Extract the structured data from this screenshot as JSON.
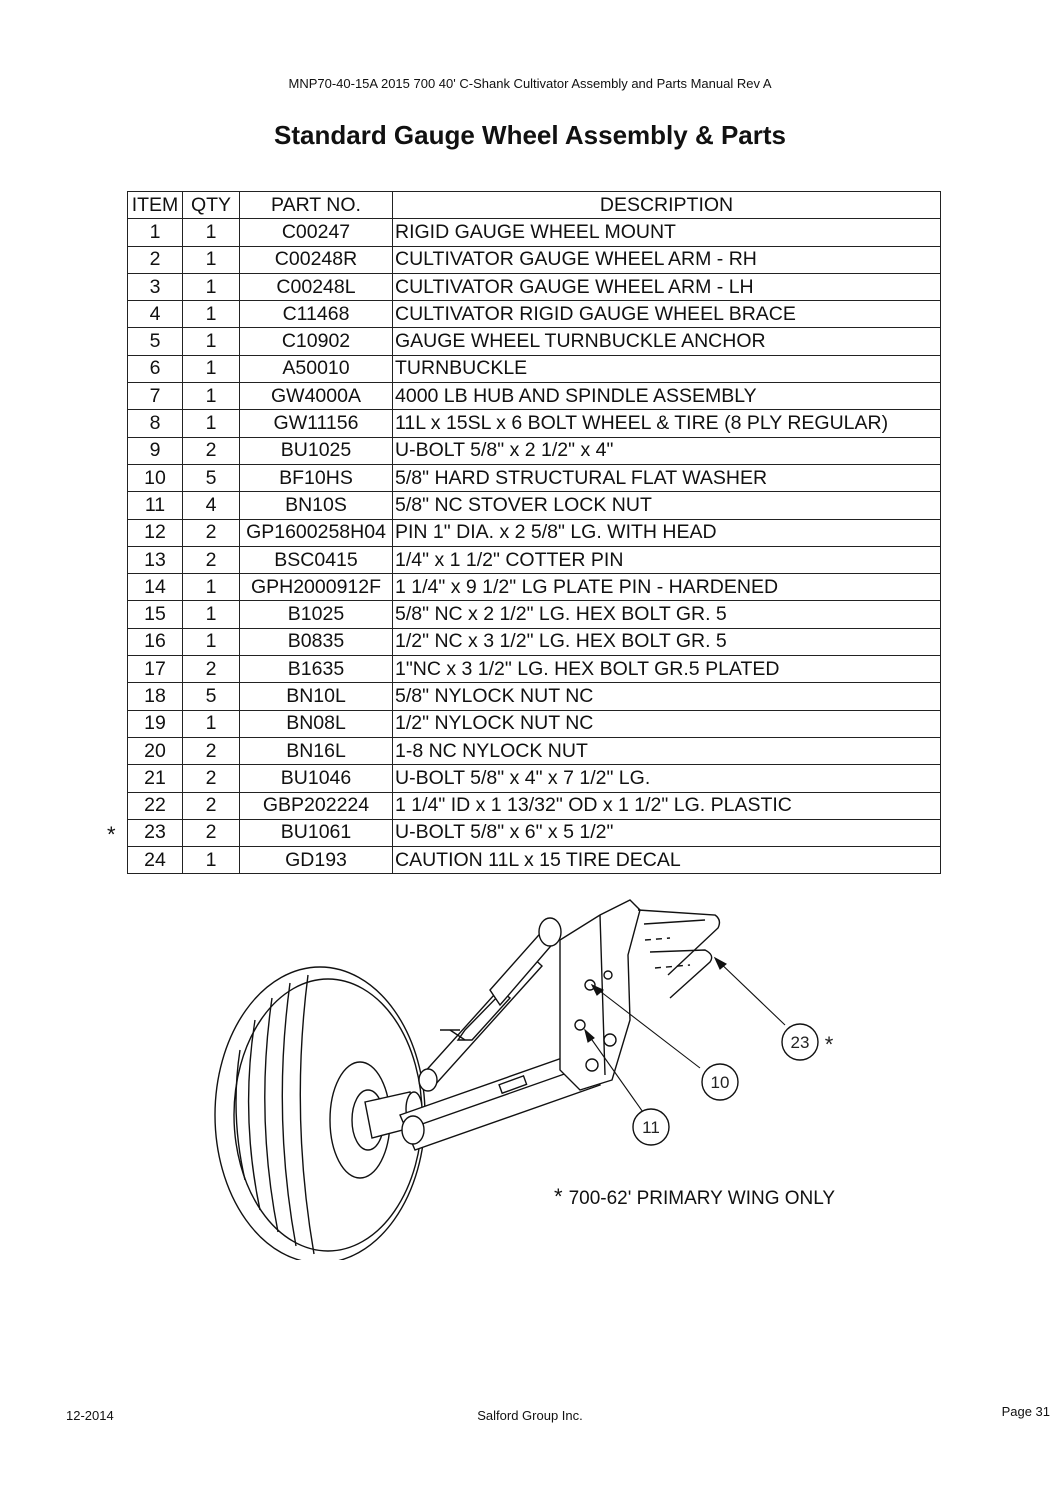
{
  "header": {
    "doc_title": "MNP70-40-15A 2015 700 40' C-Shank Cultivator Assembly and Parts Manual Rev A"
  },
  "title": "Standard Gauge Wheel Assembly & Parts",
  "table": {
    "columns": [
      "ITEM",
      "QTY",
      "PART NO.",
      "DESCRIPTION"
    ],
    "rows": [
      {
        "item": "1",
        "qty": "1",
        "part": "C00247",
        "desc": "RIGID GAUGE WHEEL MOUNT",
        "mark": ""
      },
      {
        "item": "2",
        "qty": "1",
        "part": "C00248R",
        "desc": "CULTIVATOR GAUGE WHEEL ARM - RH",
        "mark": ""
      },
      {
        "item": "3",
        "qty": "1",
        "part": "C00248L",
        "desc": "CULTIVATOR GAUGE WHEEL ARM - LH",
        "mark": ""
      },
      {
        "item": "4",
        "qty": "1",
        "part": "C11468",
        "desc": "CULTIVATOR RIGID GAUGE WHEEL BRACE",
        "mark": ""
      },
      {
        "item": "5",
        "qty": "1",
        "part": "C10902",
        "desc": "GAUGE WHEEL TURNBUCKLE ANCHOR",
        "mark": ""
      },
      {
        "item": "6",
        "qty": "1",
        "part": "A50010",
        "desc": "TURNBUCKLE",
        "mark": ""
      },
      {
        "item": "7",
        "qty": "1",
        "part": "GW4000A",
        "desc": "4000 LB HUB AND SPINDLE ASSEMBLY",
        "mark": ""
      },
      {
        "item": "8",
        "qty": "1",
        "part": "GW11156",
        "desc": "11L x 15SL x 6 BOLT WHEEL & TIRE (8 PLY REGULAR)",
        "mark": ""
      },
      {
        "item": "9",
        "qty": "2",
        "part": "BU1025",
        "desc": "U-BOLT 5/8\" x 2 1/2\" x 4\"",
        "mark": ""
      },
      {
        "item": "10",
        "qty": "5",
        "part": "BF10HS",
        "desc": "5/8\" HARD STRUCTURAL FLAT WASHER",
        "mark": ""
      },
      {
        "item": "11",
        "qty": "4",
        "part": "BN10S",
        "desc": "5/8\" NC STOVER LOCK NUT",
        "mark": ""
      },
      {
        "item": "12",
        "qty": "2",
        "part": "GP1600258H04",
        "desc": "PIN 1\" DIA. x 2 5/8\" LG. WITH HEAD",
        "mark": ""
      },
      {
        "item": "13",
        "qty": "2",
        "part": "BSC0415",
        "desc": "1/4\" x 1 1/2\" COTTER PIN",
        "mark": ""
      },
      {
        "item": "14",
        "qty": "1",
        "part": "GPH2000912F",
        "desc": "1 1/4\" x 9 1/2\" LG PLATE PIN - HARDENED",
        "mark": ""
      },
      {
        "item": "15",
        "qty": "1",
        "part": "B1025",
        "desc": "5/8\" NC x 2 1/2\" LG. HEX BOLT GR. 5",
        "mark": ""
      },
      {
        "item": "16",
        "qty": "1",
        "part": "B0835",
        "desc": "1/2\" NC x 3 1/2\" LG. HEX BOLT GR. 5",
        "mark": ""
      },
      {
        "item": "17",
        "qty": "2",
        "part": "B1635",
        "desc": "1\"NC x 3 1/2\" LG. HEX BOLT GR.5 PLATED",
        "mark": ""
      },
      {
        "item": "18",
        "qty": "5",
        "part": "BN10L",
        "desc": "5/8\" NYLOCK NUT NC",
        "mark": ""
      },
      {
        "item": "19",
        "qty": "1",
        "part": "BN08L",
        "desc": "1/2\" NYLOCK NUT NC",
        "mark": ""
      },
      {
        "item": "20",
        "qty": "2",
        "part": "BN16L",
        "desc": "1-8 NC NYLOCK NUT",
        "mark": ""
      },
      {
        "item": "21",
        "qty": "2",
        "part": "BU1046",
        "desc": "U-BOLT 5/8\" x 4\" x 7 1/2\" LG.",
        "mark": ""
      },
      {
        "item": "22",
        "qty": "2",
        "part": "GBP202224",
        "desc": "1 1/4\" ID x 1 13/32\" OD x 1 1/2\" LG. PLASTIC",
        "mark": ""
      },
      {
        "item": "23",
        "qty": "2",
        "part": "BU1061",
        "desc": "U-BOLT 5/8\" x 6\" x 5 1/2\"",
        "mark": "*"
      },
      {
        "item": "24",
        "qty": "1",
        "part": "GD193",
        "desc": "CAUTION 11L x 15 TIRE DECAL",
        "mark": ""
      }
    ]
  },
  "diagram": {
    "callouts": [
      {
        "label": "23",
        "mark": "*"
      },
      {
        "label": "10",
        "mark": ""
      },
      {
        "label": "11",
        "mark": ""
      }
    ],
    "footnote_star": "*",
    "footnote": "700-62' PRIMARY WING ONLY"
  },
  "footer": {
    "date": "12-2014",
    "company": "Salford  Group Inc.",
    "page": "Page 31"
  }
}
